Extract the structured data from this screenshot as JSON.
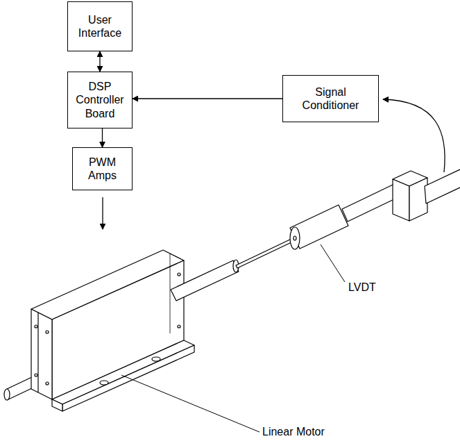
{
  "diagram": {
    "nodes": [
      {
        "text": [
          "User Interface"
        ]
      },
      {
        "text": [
          "DSP Controller Board"
        ]
      },
      {
        "text": [
          "Signal Conditioner"
        ]
      },
      {
        "text": [
          "PWM Amps"
        ]
      }
    ],
    "edges": [
      {
        "from": 0,
        "to": 1,
        "arrow": "both"
      },
      {
        "from": 2,
        "to": 1,
        "arrow": "to"
      },
      {
        "from": 1,
        "to": 3,
        "arrow": "to"
      }
    ],
    "labels": [
      "LVDT",
      "Linear Motor"
    ]
  }
}
